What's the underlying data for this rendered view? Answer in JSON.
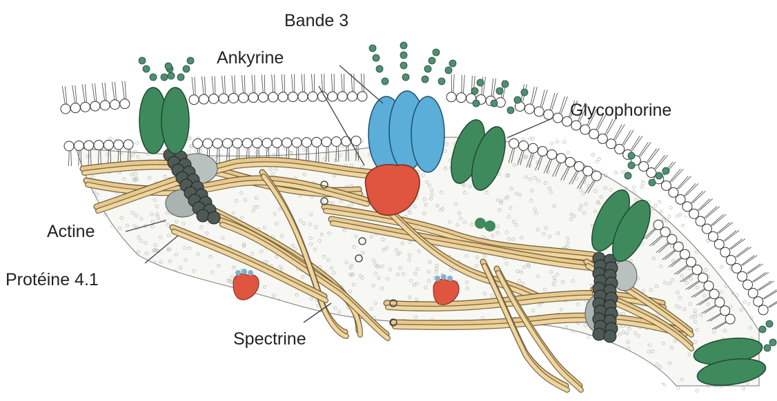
{
  "labels": {
    "bande3": "Bande 3",
    "ankyrine": "Ankyrine",
    "glycophorine": "Glycophorine",
    "actine": "Actine",
    "proteine41": "Protéine 4.1",
    "spectrine": "Spectrine"
  },
  "colors": {
    "lipid_head_fill": "#ffffff",
    "lipid_head_stroke": "#333333",
    "glycophorin_green": "#3f8a5c",
    "band3_blue": "#5aaed8",
    "ankyrin_red": "#e0553f",
    "spectrin_tan": "#e8c98e",
    "actin_dark_gray": "#4d5a55",
    "protein41_light_gray": "#a9b3b0",
    "sugar_chain_green": "#4f8f72"
  },
  "icons": {
    "lipid": "phospholipid-bilayer",
    "sugar": "oligosaccharide-chain"
  }
}
